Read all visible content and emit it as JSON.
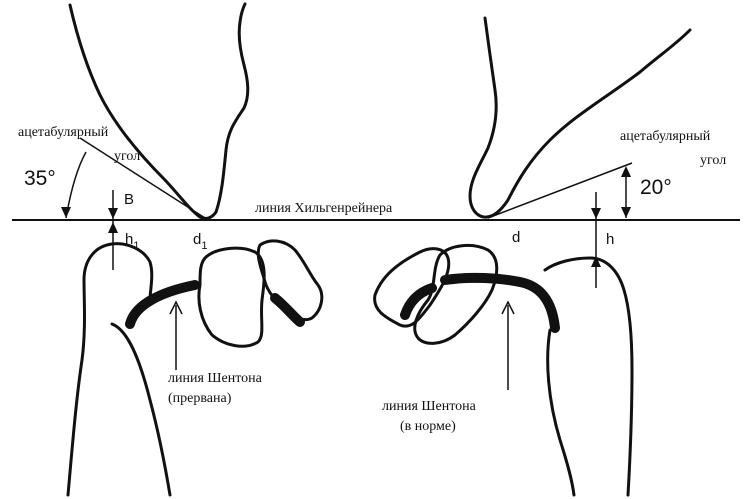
{
  "labels": {
    "hilgenreiner": "линия Хильгенрейнера",
    "acetabular_left_1": "ацетабулярный",
    "acetabular_left_2": "угол",
    "acetabular_right_1": "ацетабулярный",
    "acetabular_right_2": "угол",
    "angle_left": "35°",
    "angle_right": "20°",
    "b_label": "B",
    "h1_label": "h",
    "h1_sub": "1",
    "d1_label": "d",
    "d1_sub": "1",
    "d_label": "d",
    "h_label": "h",
    "shenton_left_1": "линия Шентона",
    "shenton_left_2": "(прервана)",
    "shenton_right_1": "линия Шентона",
    "shenton_right_2": "(в норме)"
  },
  "colors": {
    "ink": "#111111",
    "background": "#ffffff"
  }
}
